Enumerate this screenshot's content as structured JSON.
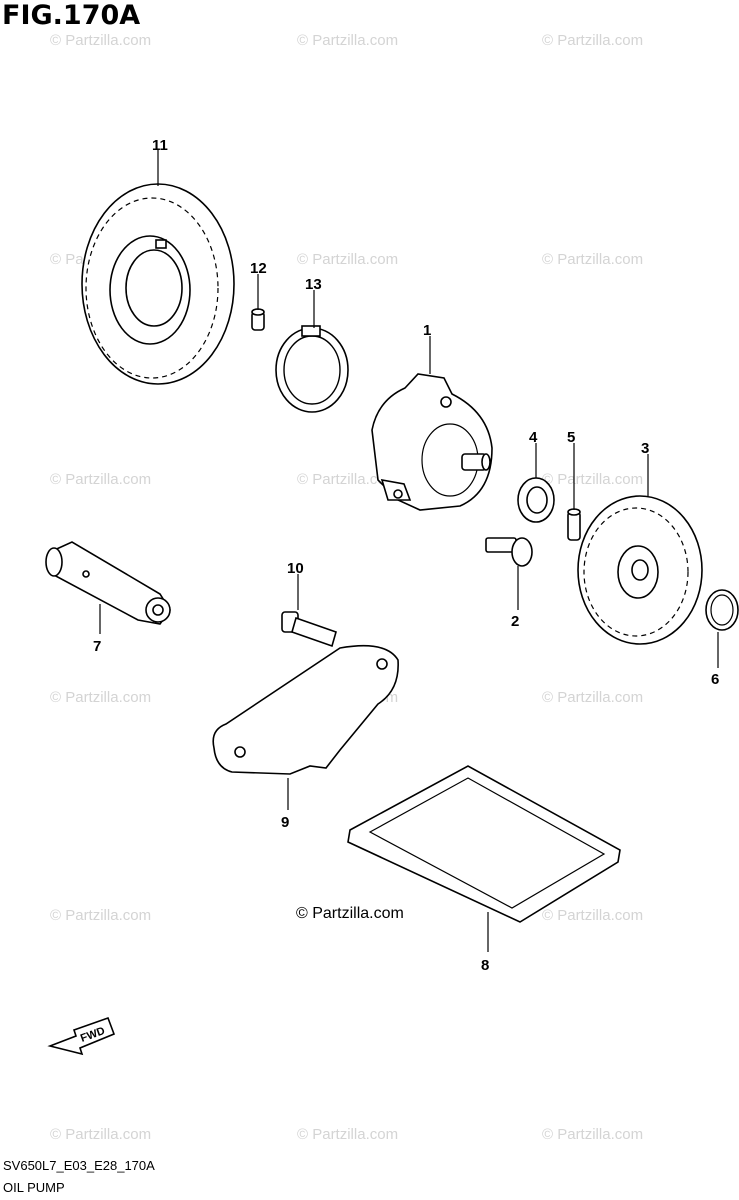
{
  "figure": {
    "title": "FIG.170A",
    "code": "SV650L7_E03_E28_170A",
    "name": "OIL PUMP"
  },
  "watermark": {
    "text": "© Partzilla.com",
    "center_text": "© Partzilla.com"
  },
  "fwd_label": "FWD",
  "callouts": [
    "1",
    "2",
    "3",
    "4",
    "5",
    "6",
    "7",
    "8",
    "9",
    "10",
    "11",
    "12",
    "13"
  ],
  "colors": {
    "line": "#000000",
    "watermark": "#d4d4d4",
    "background": "#ffffff"
  }
}
